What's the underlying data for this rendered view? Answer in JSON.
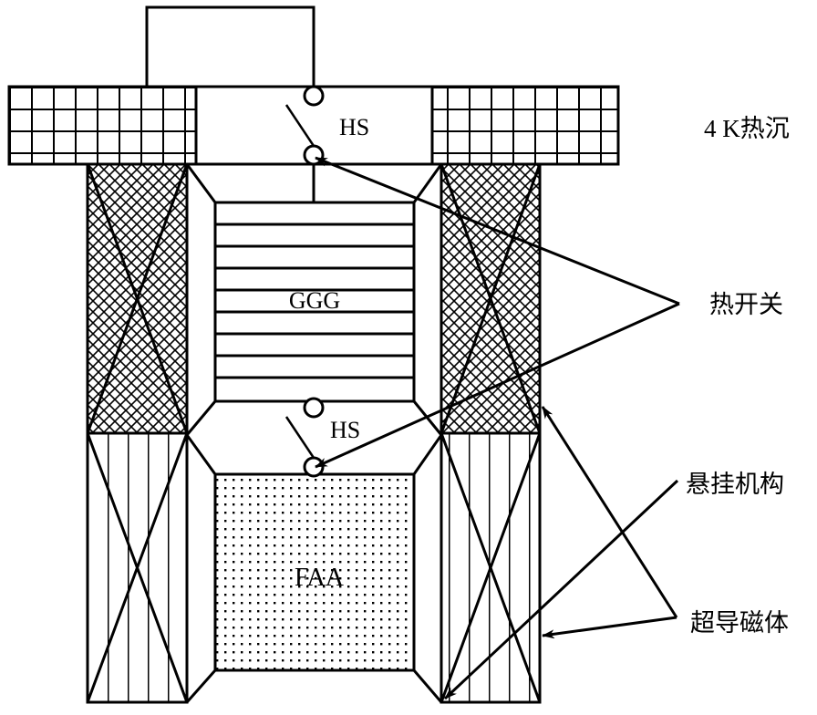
{
  "labels": {
    "heat_sink": "4 K热沉",
    "heat_switch": "热开关",
    "suspension": "悬挂机构",
    "magnet": "超导磁体",
    "hs_top": "HS",
    "hs_bottom": "HS",
    "ggg": "GGG",
    "faa": "FAA"
  },
  "colors": {
    "stroke": "#000000",
    "background": "#ffffff"
  }
}
